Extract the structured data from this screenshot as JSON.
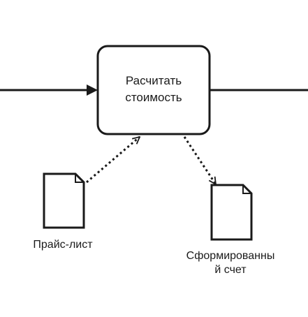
{
  "task": {
    "label_line1": "Расчитать",
    "label_line2": "стоимость"
  },
  "input_document": {
    "label": "Прайс-лист"
  },
  "output_document": {
    "label_line1": "Сформированны",
    "label_line2": "й счет"
  },
  "colors": {
    "stroke": "#1a1a1a",
    "background": "#ffffff"
  }
}
